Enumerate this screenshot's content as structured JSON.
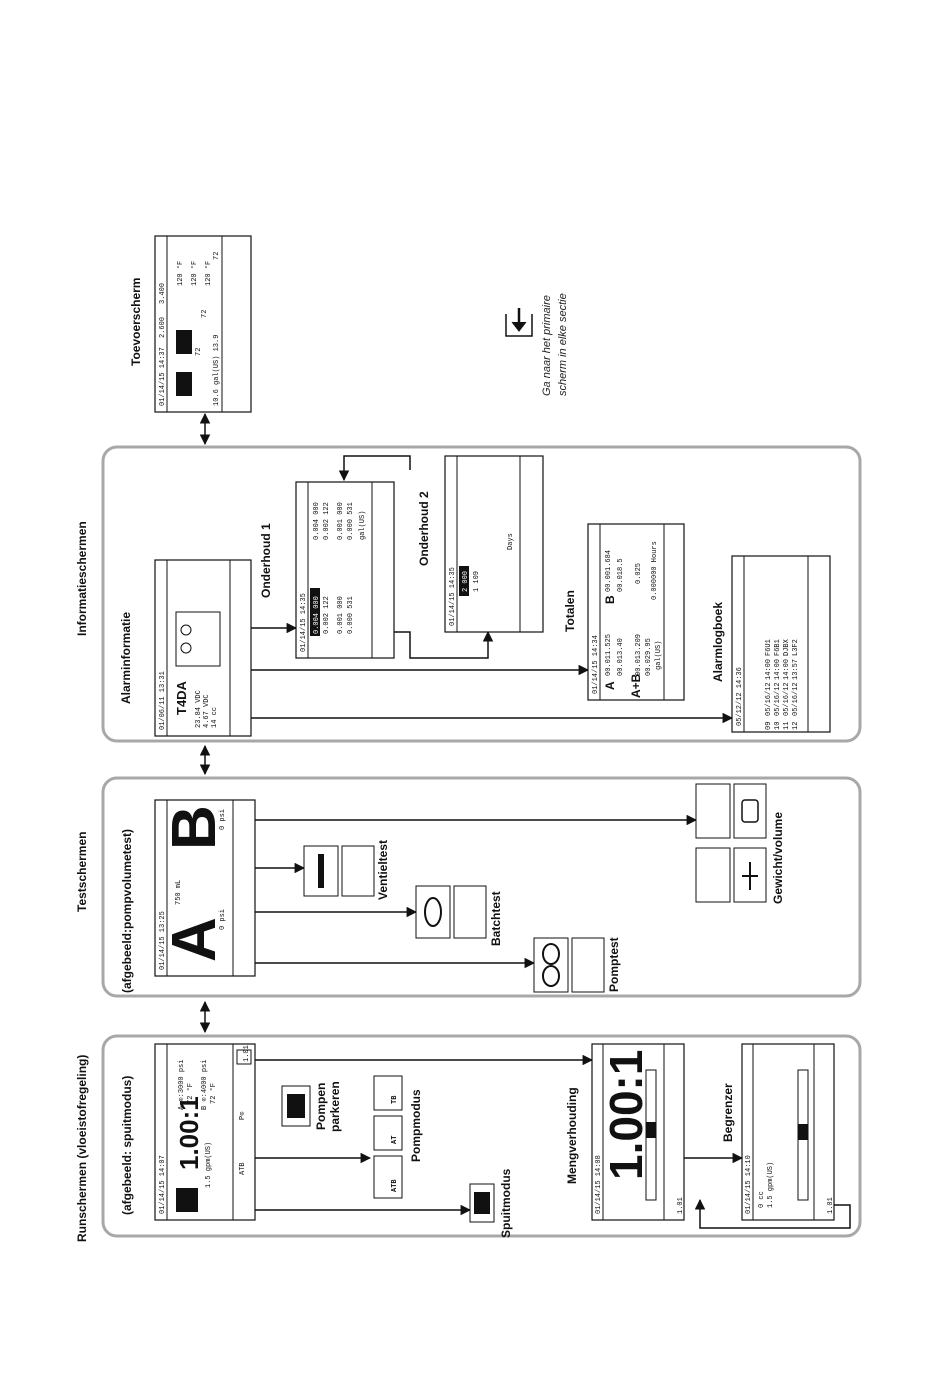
{
  "sections": [
    {
      "id": "run",
      "title": "Runschermen (vloeistofregeling)",
      "subtitle": "(afgebeeld: spuitmodus)"
    },
    {
      "id": "test",
      "title": "Testschermen",
      "subtitle": "(afgebeeld:pompvolumetest)"
    },
    {
      "id": "info",
      "title": "Informatieschermen",
      "subtitle": ""
    }
  ],
  "labels": {
    "toevoer": "Toevoerscherm",
    "alarminfo": "Alarminformatie",
    "onderhoud1": "Onderhoud 1",
    "onderhoud2": "Onderhoud 2",
    "totalen": "Totalen",
    "alarmlogboek": "Alarmlogboek",
    "ventieltest": "Ventieltest",
    "batchtest": "Batchtest",
    "pomptest": "Pomptest",
    "gewicht": "Gewicht/volume",
    "pompen_parkeren_1": "Pompen",
    "pompen_parkeren_2": "parkeren",
    "pompmodus": "Pompmodus",
    "spuitmodus": "Spuitmodus",
    "mengverhouding": "Mengverhouding",
    "begrenzer": "Begrenzer"
  },
  "note": {
    "line1": "Ga naar het primaire",
    "line2": "scherm in elke sectie"
  },
  "screens": {
    "run_main": {
      "date": "01/14/15 14:07",
      "ratio": "1.00:1",
      "flow": "1.5 gpm(US)",
      "pa": "A ⊙:3000 psi",
      "ta": "72 °F",
      "pb": "B ⊙:4000 psi",
      "tb": "72 °F",
      "btn": "1.01"
    },
    "ratio": {
      "date": "01/14/15 14:08",
      "ratio": "1.00:1",
      "btn": "1.01"
    },
    "limiter": {
      "date": "01/14/15 14:10",
      "vol": "0 cc",
      "flow": "1.5 gpm(US)",
      "btn": "1.01"
    },
    "test_main": {
      "date": "01/14/15 13:25",
      "a": "A",
      "b": "B",
      "vol": "750 mL",
      "pa": "0 psi",
      "pb": "0 psi"
    },
    "alarm": {
      "date": "01/06/11 13:31",
      "code": "T4DA",
      "v1": "23.84 VDC",
      "v2": "4.67 VDC",
      "v3": "14 cc"
    },
    "maint1": {
      "date": "01/14/15 14:35",
      "r1": "0.004 000",
      "r2": "0.002 122",
      "r3": "0.001 000",
      "r4": "0.000 531",
      "r5": "0.004 000",
      "r6": "0.002 122",
      "r7": "0.001 000",
      "r8": "0.000 531",
      "unit": "gal(US)"
    },
    "maint2": {
      "date": "01/14/15 14:35",
      "v1": "2 000",
      "v2": "1 109",
      "unit": "Days"
    },
    "totals": {
      "date": "01/14/15 14:34",
      "a1": "00.011.525",
      "a2": "00.013.40",
      "b1": "00.001.684",
      "b2": "00.018.5",
      "ab1": "00.013.209",
      "ab2": "00.029.95",
      "unit": "gal(US)",
      "cnt": "0.025",
      "hrs": "0.000000 Hours",
      "lblA": "A",
      "lblB": "B",
      "lblAB": "A+B"
    },
    "alarmlog": {
      "date": "05/12/12 14:36",
      "rows": [
        {
          "n": "09",
          "d": "05/16/12",
          "t": "14:00",
          "c": "F6U1"
        },
        {
          "n": "10",
          "d": "05/16/12",
          "t": "14:00",
          "c": "F6B1"
        },
        {
          "n": "11",
          "d": "05/16/12",
          "t": "14:00",
          "c": "DJBX"
        },
        {
          "n": "12",
          "d": "05/16/12",
          "t": "13:57",
          "c": "L3F2"
        }
      ]
    },
    "feed": {
      "date": "01/14/15 14:37",
      "p1": "2.600",
      "p2": "3.400",
      "t1": "120 °F",
      "t2": "120 °F",
      "t3": "120 °F",
      "t4": "72",
      "t5": "72",
      "t6": "72",
      "vol": "10.6 gal(US) 13.9"
    }
  },
  "colors": {
    "panel_border": "#a8a8a8",
    "line": "#111111"
  }
}
